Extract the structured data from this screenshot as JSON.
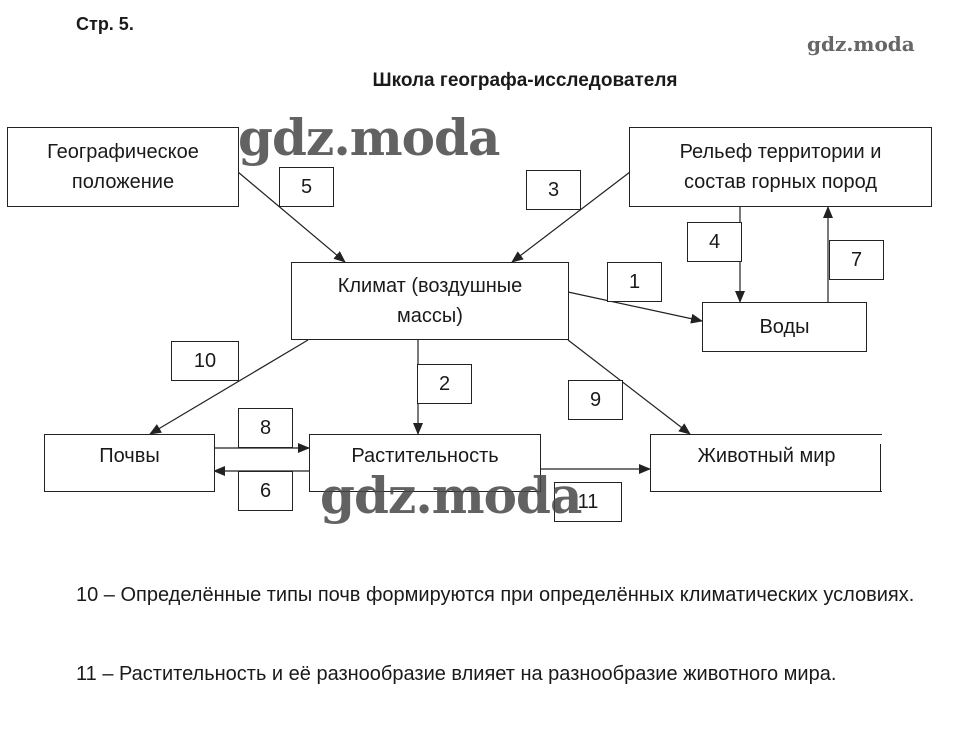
{
  "header": "Стр. 5. ",
  "watermark": "gdz.moda",
  "title": "Школа географа-исследователя",
  "boxes": {
    "geo": "Географическое положение",
    "relief": "Рельеф территории и состав горных пород",
    "climate": "Климат (воздушные массы)",
    "waters": "Воды",
    "soils": "Почвы",
    "vegetation": "Растительность",
    "animals": "Животный мир"
  },
  "numbers": [
    "1",
    "2",
    "3",
    "4",
    "5",
    "6",
    "7",
    "8",
    "9",
    "10",
    "11"
  ],
  "notes": [
    "10 – Определённые типы почв формируются при определённых климатических условиях.",
    "11 – Растительность и её разнообразие влияет на разнообразие животного мира."
  ]
}
